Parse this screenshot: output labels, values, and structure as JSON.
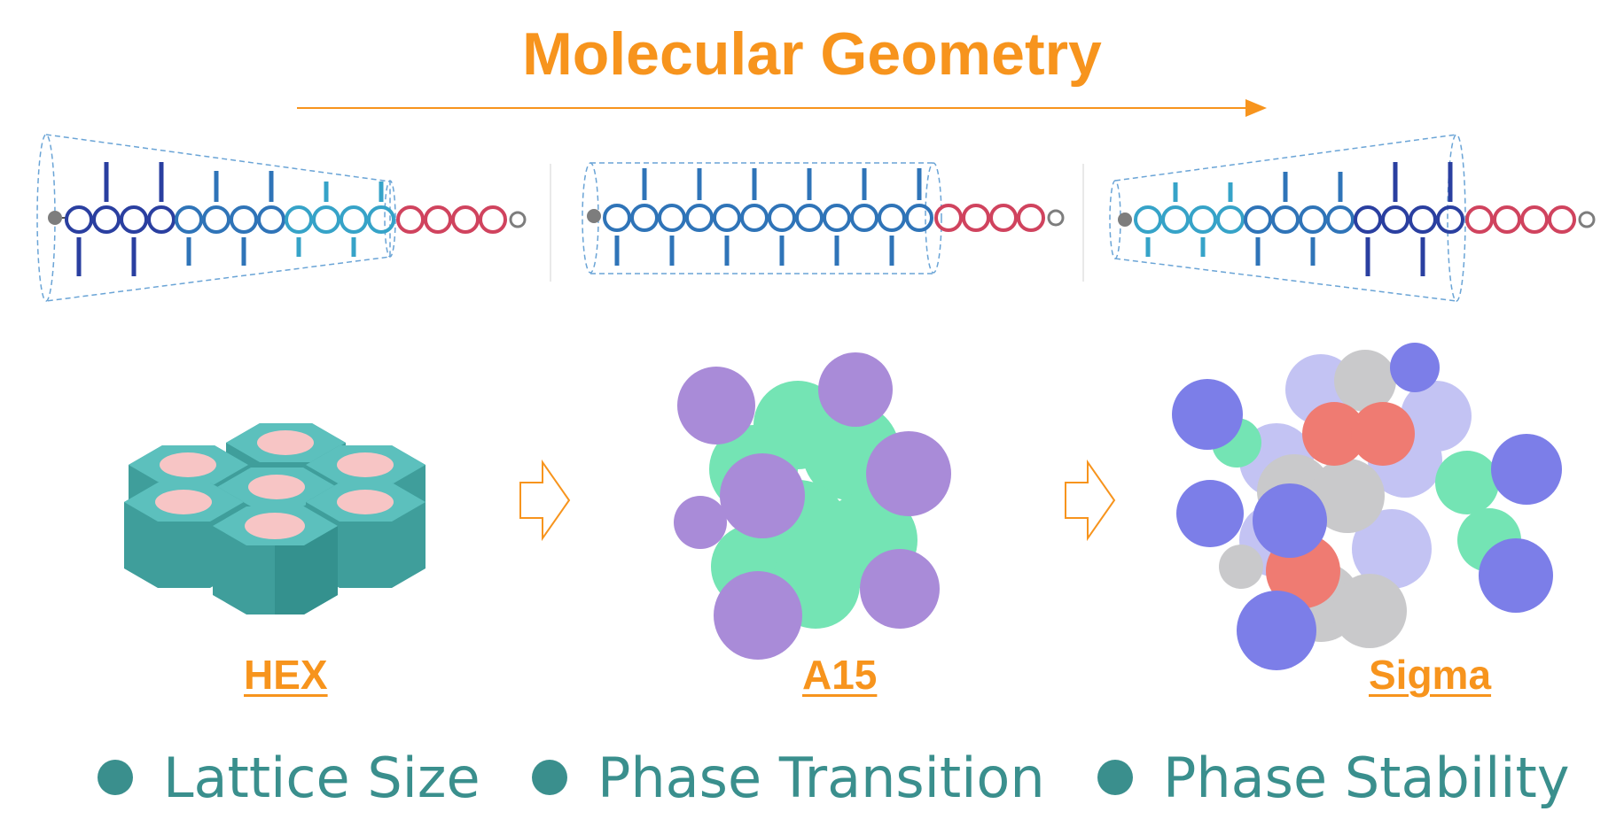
{
  "title": "Molecular Geometry",
  "colors": {
    "accent": "#f7941d",
    "teal": "#3a8f8d",
    "hex_body": "#4fb3b0",
    "hex_core": "#f7c5c5",
    "a15_green": "#74e4b4",
    "a15_purple": "#a98bd8",
    "sigma_blue": "#7c7ee8",
    "sigma_lavender": "#c3c3f3",
    "sigma_gray": "#c9c9cb",
    "sigma_red": "#ef7b72",
    "chain_red": "#d0435e",
    "chain_dark": "#2a3fa0",
    "chain_mid": "#2f74b8",
    "chain_light": "#36a3c8"
  },
  "phases": [
    {
      "name": "HEX"
    },
    {
      "name": "A15"
    },
    {
      "name": "Sigma"
    }
  ],
  "features": [
    {
      "label": "Lattice Size"
    },
    {
      "label": "Phase Transition"
    },
    {
      "label": "Phase Stability"
    }
  ],
  "icons": [
    "arrow-right-outline-icon",
    "arrow-right-outline-icon",
    "bullet-dot-icon"
  ]
}
